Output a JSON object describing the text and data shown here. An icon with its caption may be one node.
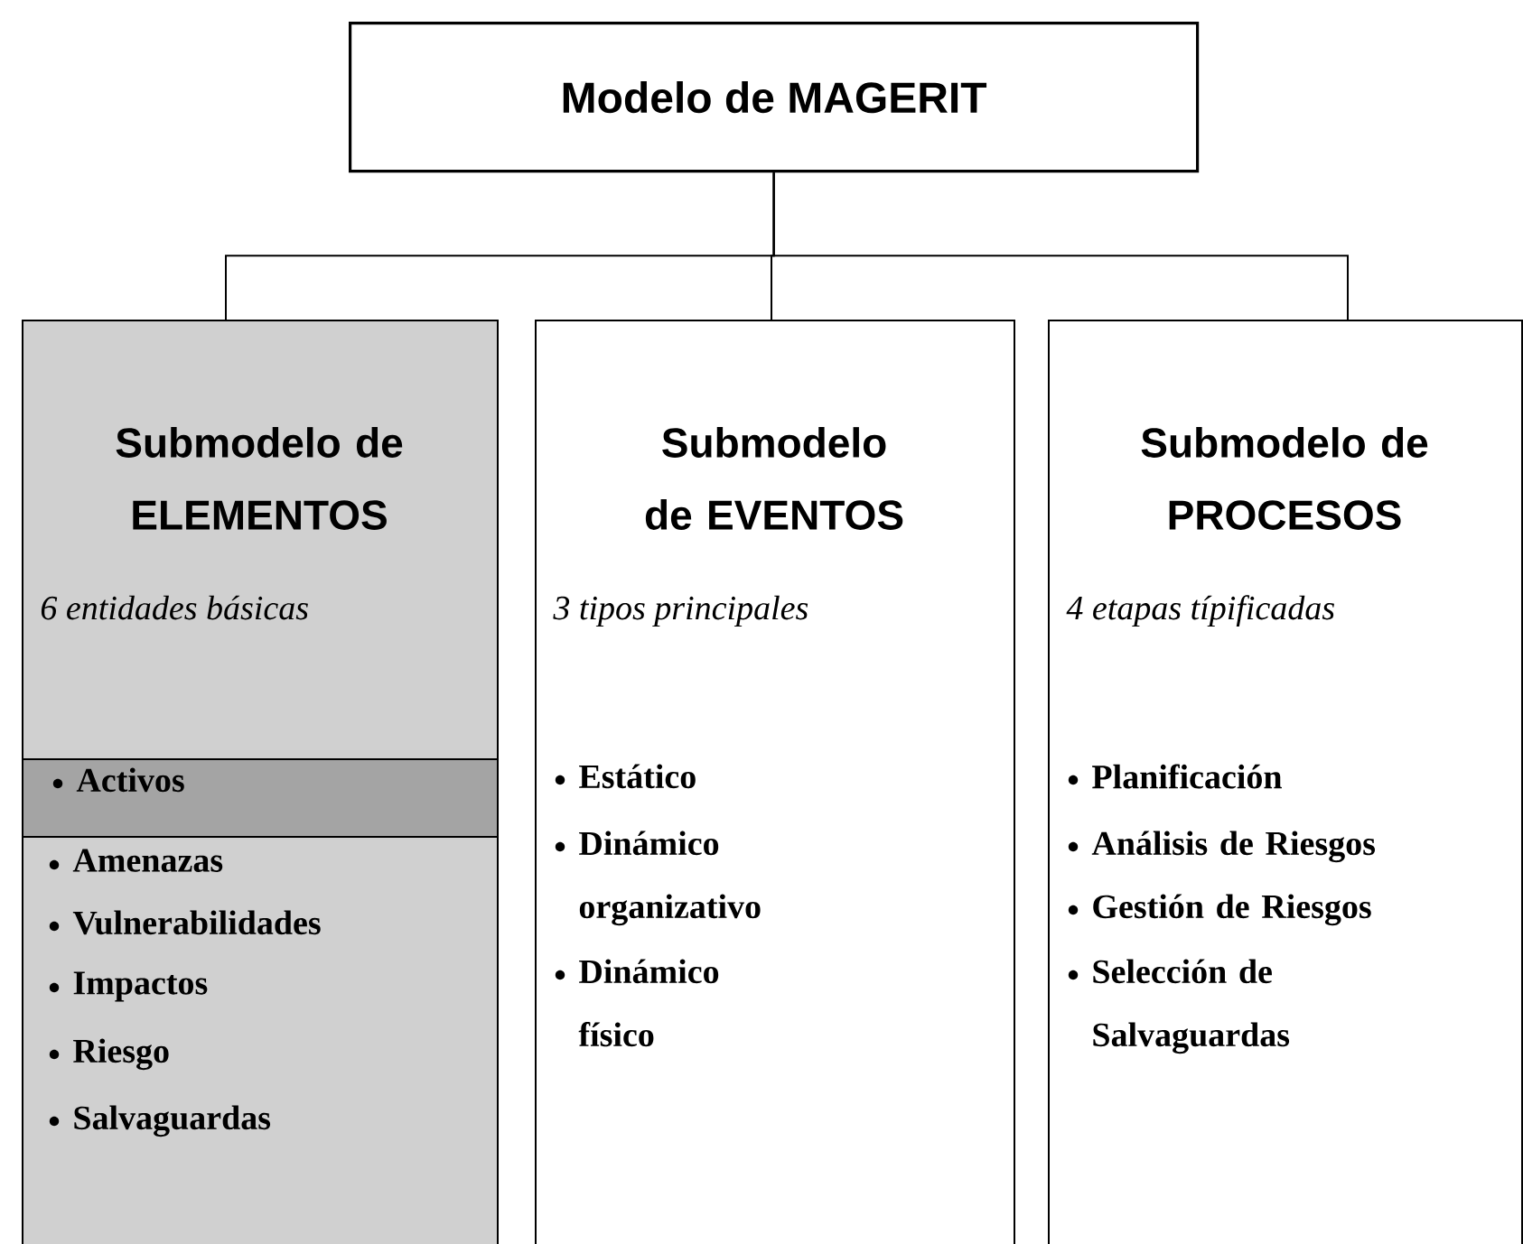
{
  "diagram": {
    "nodes": [
      {
        "text": [
          "Modelo de MAGERIT"
        ]
      },
      {
        "text": [
          "Submodelo de ELEMENTOS",
          "6 entidades básicas",
          "Amenazas",
          "Vulnerabilidades",
          "Impactos",
          "Riesgo",
          "Salvaguardas"
        ]
      },
      {
        "text": [
          "Activos"
        ],
        "in": 1
      },
      {
        "text": [
          "Submodelo de EVENTOS",
          "3 tipos principales",
          "Estático",
          "Dinámico organizativo",
          "Dinámico físico"
        ]
      },
      {
        "text": [
          "Submodelo de PROCESOS",
          "4 etapas típificadas",
          "Planificación",
          "Análisis de Riesgos",
          "Gestión de Riesgos",
          "Selección de Salvaguardas"
        ]
      }
    ],
    "edges": [
      {
        "from": 0,
        "to": 1,
        "arrow": "none"
      },
      {
        "from": 0,
        "to": 3,
        "arrow": "none"
      },
      {
        "from": 0,
        "to": 4,
        "arrow": "none"
      }
    ]
  }
}
